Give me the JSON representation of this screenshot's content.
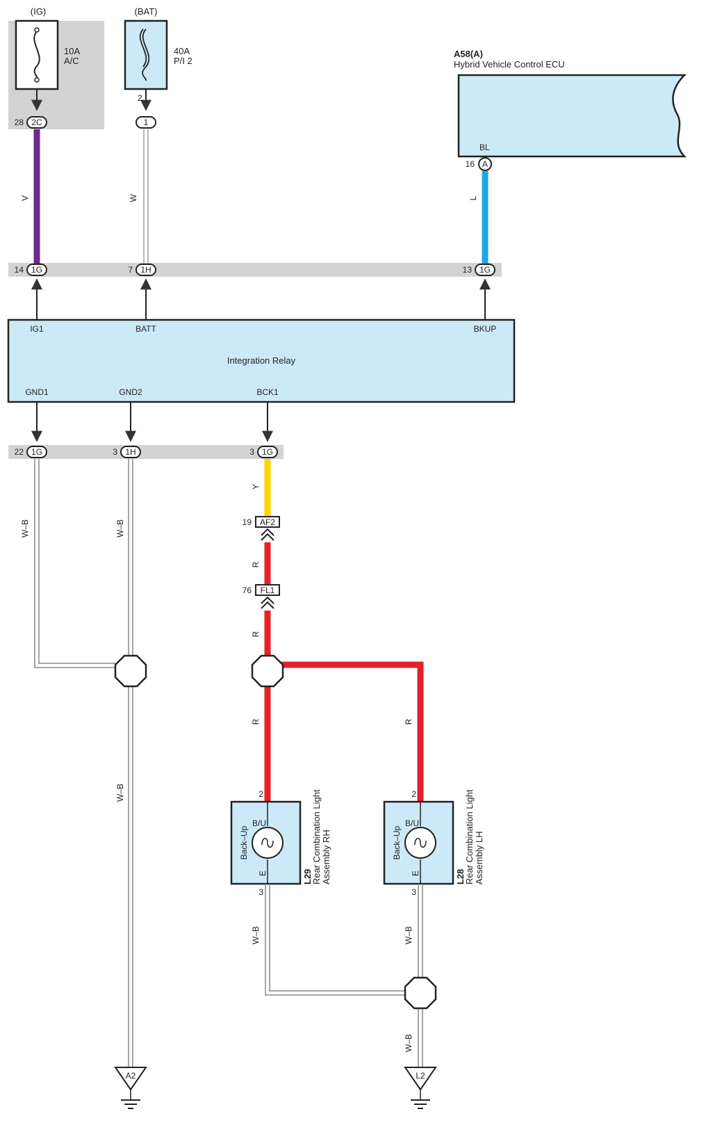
{
  "fuses": {
    "ig": {
      "group": "(IG)",
      "amp": "10A",
      "name": "A/C",
      "pin": "28",
      "connector": "2C"
    },
    "bat": {
      "group": "(BAT)",
      "amp": "40A",
      "name": "P/I 2",
      "terminal": "2",
      "pin_label": "1"
    }
  },
  "ecu": {
    "code": "A58(A)",
    "name": "Hybrid Vehicle Control ECU",
    "terminal": "BL",
    "pin": "16",
    "pin_label": "A"
  },
  "wires": {
    "v": "V",
    "w": "W",
    "l": "L",
    "y": "Y",
    "r": "R",
    "wb": "W–B"
  },
  "top_connectors": [
    {
      "pin": "14",
      "label": "1G"
    },
    {
      "pin": "7",
      "label": "1H"
    },
    {
      "pin": "13",
      "label": "1G"
    }
  ],
  "relay": {
    "title": "Integration Relay",
    "terminals": {
      "ig1": "IG1",
      "batt": "BATT",
      "bkup": "BKUP",
      "gnd1": "GND1",
      "gnd2": "GND2",
      "bck1": "BCK1"
    }
  },
  "bottom_connectors": [
    {
      "pin": "22",
      "label": "1G"
    },
    {
      "pin": "3",
      "label": "1H"
    },
    {
      "pin": "3",
      "label": "1G"
    }
  ],
  "inline_connectors": [
    {
      "pin": "19",
      "label": "AF2"
    },
    {
      "pin": "76",
      "label": "FL1"
    }
  ],
  "lamps": [
    {
      "code": "L29",
      "line1": "Rear Combination Light",
      "line2": "Assembly RH",
      "inner": "Back–Up",
      "top_term": "B/U",
      "bottom_term": "E",
      "top_pin": "2",
      "bottom_pin": "3"
    },
    {
      "code": "L28",
      "line1": "Rear Combination Light",
      "line2": "Assembly LH",
      "inner": "Back–Up",
      "top_term": "B/U",
      "bottom_term": "E",
      "top_pin": "2",
      "bottom_pin": "3"
    }
  ],
  "grounds": [
    "A2",
    "L2"
  ],
  "colors": {
    "violet": "#6b2c8f",
    "blue": "#1aa6e8",
    "yellow": "#ffd500",
    "red": "#e5202a",
    "box": "#cce9f7",
    "band": "#d3d3d3"
  }
}
